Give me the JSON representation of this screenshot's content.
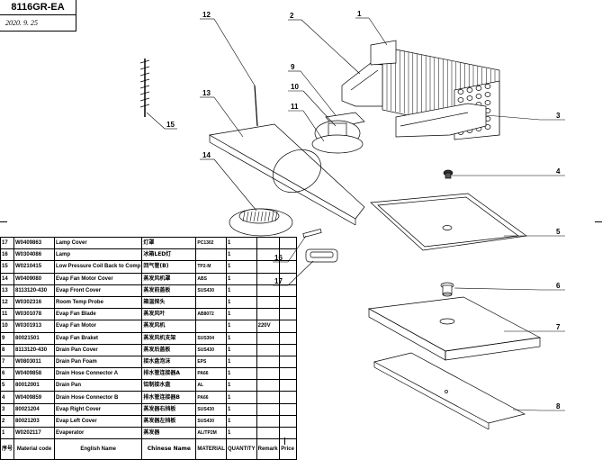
{
  "header": {
    "model": "8116GR-EA",
    "date": "2020. 9. 25"
  },
  "callouts": [
    "1",
    "2",
    "3",
    "4",
    "5",
    "6",
    "7",
    "8",
    "9",
    "10",
    "11",
    "12",
    "13",
    "14",
    "15",
    "16",
    "17"
  ],
  "table": {
    "columns": [
      "",
      "Material code",
      "English Name",
      "Chinese Name",
      "MATERIAL",
      "QUANTITY",
      "Remark",
      "Price"
    ],
    "rows": [
      {
        "no": "17",
        "code": "W0409863",
        "en": "Lamp Cover",
        "cn": "灯罩",
        "mat": "PC1302",
        "qty": "1",
        "remark": "",
        "price": ""
      },
      {
        "no": "16",
        "code": "W0304086",
        "en": "Lamp",
        "cn": "冰箱LED灯",
        "mat": "",
        "qty": "1",
        "remark": "",
        "price": ""
      },
      {
        "no": "15",
        "code": "W0210415",
        "en": "Low Pressure Coil Back to Comp",
        "cn": "回气管(B)",
        "mat": "TP2-M",
        "qty": "1",
        "remark": "",
        "price": ""
      },
      {
        "no": "14",
        "code": "W0409080",
        "en": "Evap Fan Motor Cover",
        "cn": "蒸发风机罩",
        "mat": "ABS",
        "qty": "1",
        "remark": "",
        "price": ""
      },
      {
        "no": "13",
        "code": "8113120-430",
        "en": "Evap Front Cover",
        "cn": "蒸发前盖板",
        "mat": "SUS430",
        "qty": "1",
        "remark": "",
        "price": ""
      },
      {
        "no": "12",
        "code": "W0302316",
        "en": "Room Temp Probe",
        "cn": "箱温探头",
        "mat": "",
        "qty": "1",
        "remark": "",
        "price": ""
      },
      {
        "no": "11",
        "code": "W0301078",
        "en": "Evap Fan Blade",
        "cn": "蒸发风叶",
        "mat": "AB8072",
        "qty": "1",
        "remark": "",
        "price": ""
      },
      {
        "no": "10",
        "code": "W0301913",
        "en": "Evap Fan Motor",
        "cn": "蒸发风机",
        "mat": "",
        "qty": "1",
        "remark": "220V",
        "price": ""
      },
      {
        "no": "9",
        "code": "80021501",
        "en": "Evap Fan Braket",
        "cn": "蒸发风机支架",
        "mat": "SUS304",
        "qty": "1",
        "remark": "",
        "price": ""
      },
      {
        "no": "8",
        "code": "8113120-430",
        "en": "Drain Pan Cover",
        "cn": "蒸发后盖板",
        "mat": "SUS430",
        "qty": "1",
        "remark": "",
        "price": ""
      },
      {
        "no": "7",
        "code": "W0803011",
        "en": "Drain Pan Foam",
        "cn": "接水盘泡沫",
        "mat": "EPS",
        "qty": "1",
        "remark": "",
        "price": ""
      },
      {
        "no": "6",
        "code": "W0409858",
        "en": "Drain Hose Connector A",
        "cn": "排水管连接器A",
        "mat": "PA66",
        "qty": "1",
        "remark": "",
        "price": ""
      },
      {
        "no": "5",
        "code": "80012001",
        "en": "Drain Pan",
        "cn": "铝制接水盘",
        "mat": "AL",
        "qty": "1",
        "remark": "",
        "price": ""
      },
      {
        "no": "4",
        "code": "W0409859",
        "en": "Drain Hose Connector B",
        "cn": "排水管连接器B",
        "mat": "PA66",
        "qty": "1",
        "remark": "",
        "price": ""
      },
      {
        "no": "3",
        "code": "80021204",
        "en": "Evap Right Cover",
        "cn": "蒸发器右挡板",
        "mat": "SUS430",
        "qty": "1",
        "remark": "",
        "price": ""
      },
      {
        "no": "2",
        "code": "80021203",
        "en": "Evap Left Cover",
        "cn": "蒸发器左挡板",
        "mat": "SUS430",
        "qty": "1",
        "remark": "",
        "price": ""
      },
      {
        "no": "1",
        "code": "W0202117",
        "en": "Evaperator",
        "cn": "蒸发器",
        "mat": "AL/TP2M",
        "qty": "1",
        "remark": "",
        "price": ""
      }
    ],
    "header_row": {
      "no": "序号",
      "code": "Material code",
      "en": "English Name",
      "cn": "Chinese Name",
      "mat": "MATERIAL",
      "qty": "QUANTITY",
      "remark": "Remark",
      "price": "Price"
    }
  },
  "colors": {
    "line": "#000000",
    "fill": "#ffffff",
    "shade": "#666666"
  }
}
